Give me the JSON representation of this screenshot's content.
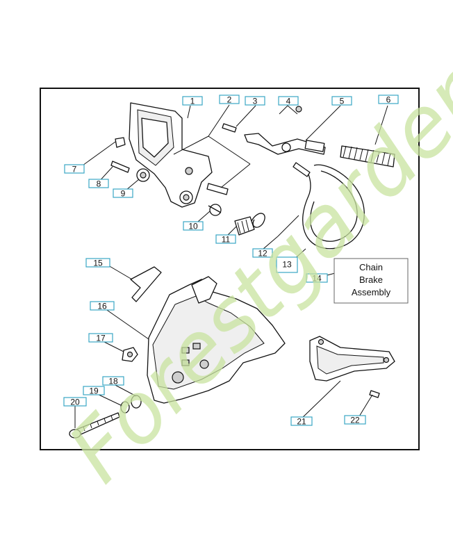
{
  "frame": {
    "border_color": "#111111"
  },
  "assembly_label": {
    "lines": [
      "Chain",
      "Brake",
      "Assembly"
    ]
  },
  "callouts": [
    {
      "id": "c1",
      "text": "1"
    },
    {
      "id": "c2",
      "text": "2"
    },
    {
      "id": "c3",
      "text": "3"
    },
    {
      "id": "c4",
      "text": "4"
    },
    {
      "id": "c5",
      "text": "5"
    },
    {
      "id": "c6",
      "text": "6"
    },
    {
      "id": "c7",
      "text": "7"
    },
    {
      "id": "c8",
      "text": "8"
    },
    {
      "id": "c9",
      "text": "9"
    },
    {
      "id": "c10",
      "text": "10"
    },
    {
      "id": "c11",
      "text": "11"
    },
    {
      "id": "c12",
      "text": "12"
    },
    {
      "id": "c13",
      "text": "13"
    },
    {
      "id": "c14",
      "text": "14"
    },
    {
      "id": "c15",
      "text": "15"
    },
    {
      "id": "c16",
      "text": "16"
    },
    {
      "id": "c17",
      "text": "17"
    },
    {
      "id": "c18",
      "text": "18"
    },
    {
      "id": "c19",
      "text": "19"
    },
    {
      "id": "c20",
      "text": "20"
    },
    {
      "id": "c21",
      "text": "21"
    },
    {
      "id": "c22",
      "text": "22"
    }
  ],
  "colors": {
    "callout_border": "#3aa6c4",
    "highlight": "#f2ee1e",
    "watermark": "#c9e3a0"
  },
  "watermark": {
    "text": "Forestgarden"
  }
}
